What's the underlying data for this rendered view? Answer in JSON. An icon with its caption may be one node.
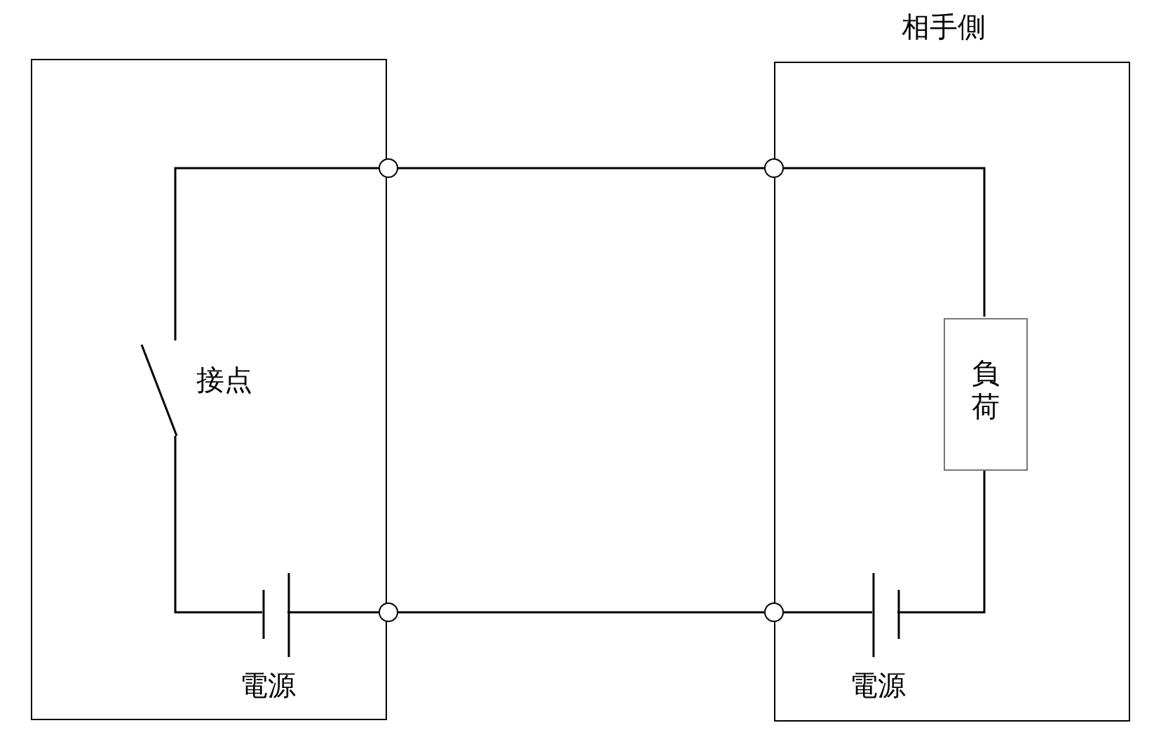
{
  "diagram": {
    "nodes": [
      {
        "text": [],
        "shape": "box"
      },
      {
        "text": [
          "相手側"
        ]
      },
      {
        "text": [],
        "shape": "circle"
      },
      {
        "text": [],
        "shape": "circle"
      },
      {
        "text": [],
        "shape": "switch",
        "in": 0,
        "beside": [
          "接点"
        ]
      },
      {
        "text": [
          "負荷"
        ],
        "in": 1
      },
      {
        "text": [],
        "shape": "circle"
      },
      {
        "text": [],
        "shape": "circle"
      },
      {
        "text": [],
        "shape": "battery",
        "in": 0,
        "beside": [
          "電源"
        ]
      },
      {
        "text": [],
        "shape": "battery",
        "in": 1,
        "beside": [
          "電源"
        ]
      }
    ],
    "edges": [
      {
        "from": 2,
        "to": 3,
        "arrow": "none"
      },
      {
        "from": 2,
        "to": 4,
        "arrow": "none"
      },
      {
        "from": 4,
        "to": 8,
        "arrow": "none"
      },
      {
        "from": 8,
        "to": 6,
        "arrow": "none"
      },
      {
        "from": 6,
        "to": 7,
        "arrow": "none"
      },
      {
        "from": 3,
        "to": 5,
        "arrow": "none"
      },
      {
        "from": 5,
        "to": 9,
        "arrow": "none"
      },
      {
        "from": 9,
        "to": 7,
        "arrow": "none"
      }
    ]
  }
}
